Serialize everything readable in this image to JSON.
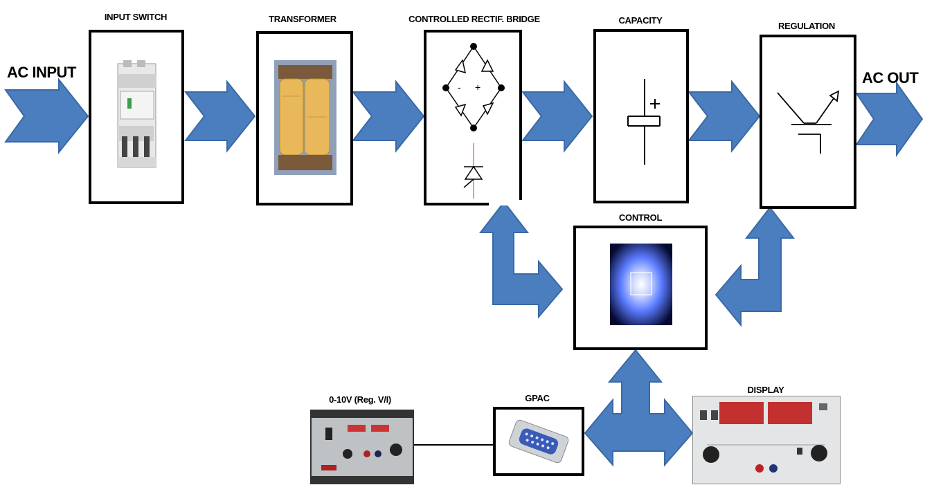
{
  "labels": {
    "ac_input": "AC INPUT",
    "ac_out": "AC OUT",
    "input_switch": "INPUT SWITCH",
    "transformer": "TRANSFORMER",
    "rectifier": "CONTROLLED RECTIF. BRIDGE",
    "capacity": "CAPACITY",
    "regulation": "REGULATION",
    "control": "CONTROL",
    "gpac": "GPAC",
    "display": "DISPLAY",
    "analog": "0-10V  (Reg. V/I)"
  },
  "symbols": {
    "minus": "-",
    "plus": "+"
  },
  "colors": {
    "arrow_fill": "#4a7ebf",
    "arrow_stroke": "#3a69a6",
    "box_border": "#000000",
    "chip_glow": "#5b7bff"
  }
}
